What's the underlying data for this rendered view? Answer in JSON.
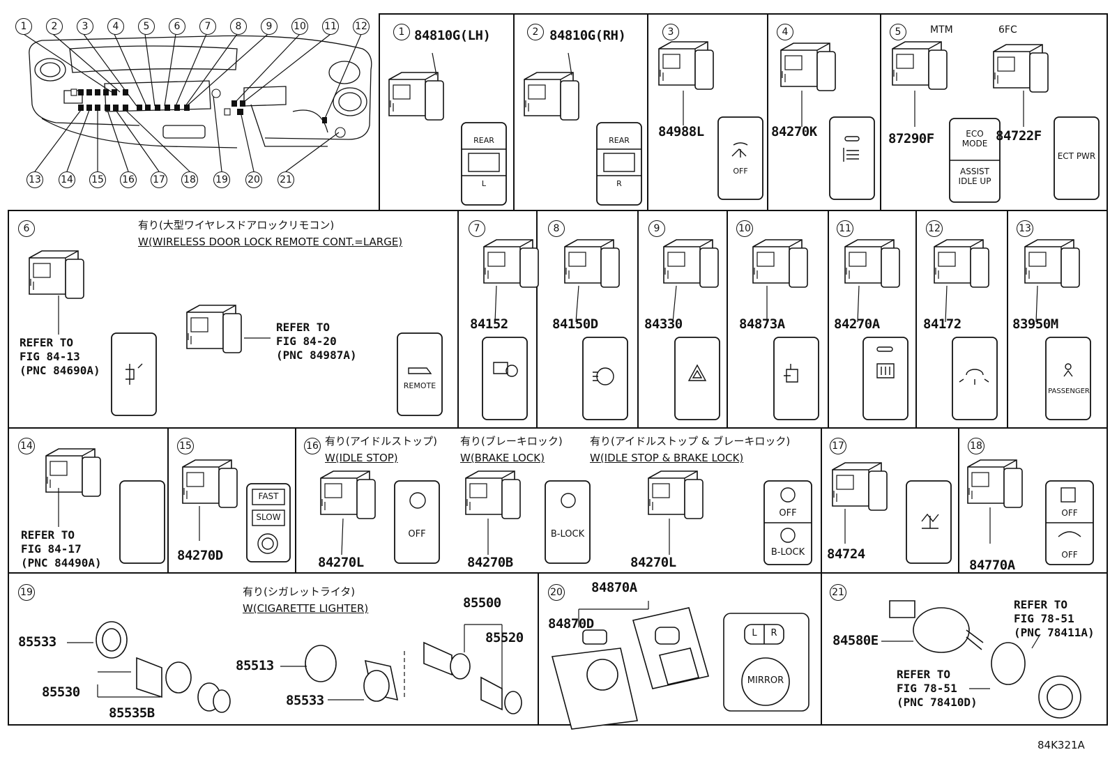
{
  "figure_code": "84K321A",
  "sections": [
    {
      "index": "1",
      "part": "84810G(LH)",
      "tile_labels": [
        "REAR",
        "L"
      ]
    },
    {
      "index": "2",
      "part": "84810G(RH)",
      "tile_labels": [
        "REAR",
        "R"
      ]
    },
    {
      "index": "3",
      "part": "84988L",
      "tile_labels": [
        "OFF"
      ]
    },
    {
      "index": "4",
      "part": "84270K",
      "tile_labels": []
    },
    {
      "index": "5",
      "header_left": "MTM",
      "header_right": "6FC",
      "part_left": "87290F",
      "part_right": "84722F",
      "tile_left_top": "ECO MODE",
      "tile_left_bottom": "ASSIST IDLE UP",
      "tile_right": "ECT PWR"
    },
    {
      "index": "6",
      "note_jp": "有り(大型ワイヤレスドアロックリモコン)",
      "note_en": "W(WIRELESS DOOR LOCK REMOTE CONT.=LARGE)",
      "ref_left": "REFER TO\nFIG 84-13\n(PNC 84690A)",
      "ref_right": "REFER TO\nFIG 84-20\n(PNC 84987A)",
      "tile_labels": [
        "REMOTE"
      ]
    },
    {
      "index": "7",
      "part": "84152"
    },
    {
      "index": "8",
      "part": "84150D"
    },
    {
      "index": "9",
      "part": "84330"
    },
    {
      "index": "10",
      "part": "84873A"
    },
    {
      "index": "11",
      "part": "84270A"
    },
    {
      "index": "12",
      "part": "84172"
    },
    {
      "index": "13",
      "part": "83950M",
      "tile_labels": [
        "PASSENGER"
      ]
    },
    {
      "index": "14",
      "ref": "REFER TO\nFIG 84-17\n(PNC 84490A)"
    },
    {
      "index": "15",
      "part": "84270D",
      "tile_labels": [
        "FAST",
        "SLOW"
      ]
    },
    {
      "index": "16",
      "notes": [
        {
          "jp": "有り(アイドルストップ)",
          "en": "W(IDLE STOP)",
          "part": "84270L",
          "tile_labels": [
            "OFF"
          ]
        },
        {
          "jp": "有り(ブレーキロック)",
          "en": "W(BRAKE LOCK)",
          "part": "84270B",
          "tile_labels": [
            "B-LOCK"
          ]
        },
        {
          "jp": "有り(アイドルストップ & ブレーキロック)",
          "en": "W(IDLE STOP & BRAKE LOCK)",
          "part": "84270L",
          "tile_labels": [
            "OFF",
            "B-LOCK"
          ]
        }
      ]
    },
    {
      "index": "17",
      "part": "84724"
    },
    {
      "index": "18",
      "part": "84770A",
      "tile_labels": [
        "OFF",
        "OFF"
      ]
    },
    {
      "index": "19",
      "note_jp": "有り(シガレットライタ)",
      "note_en": "W(CIGARETTE LIGHTER)",
      "parts": [
        "85533",
        "85530",
        "85535B",
        "85513",
        "85533",
        "85500",
        "85520"
      ]
    },
    {
      "index": "20",
      "parts": [
        "84870A",
        "84870D"
      ],
      "tile_labels": [
        "L",
        "R",
        "MIRROR"
      ]
    },
    {
      "index": "21",
      "part": "84580E",
      "ref_top": "REFER TO\nFIG 78-51\n(PNC 78411A)",
      "ref_bottom": "REFER TO\nFIG 78-51\n(PNC 78410D)"
    }
  ],
  "overview_callouts": [
    "1",
    "2",
    "3",
    "4",
    "5",
    "6",
    "7",
    "8",
    "9",
    "10",
    "11",
    "12",
    "13",
    "14",
    "15",
    "16",
    "17",
    "18",
    "19",
    "20",
    "21"
  ]
}
